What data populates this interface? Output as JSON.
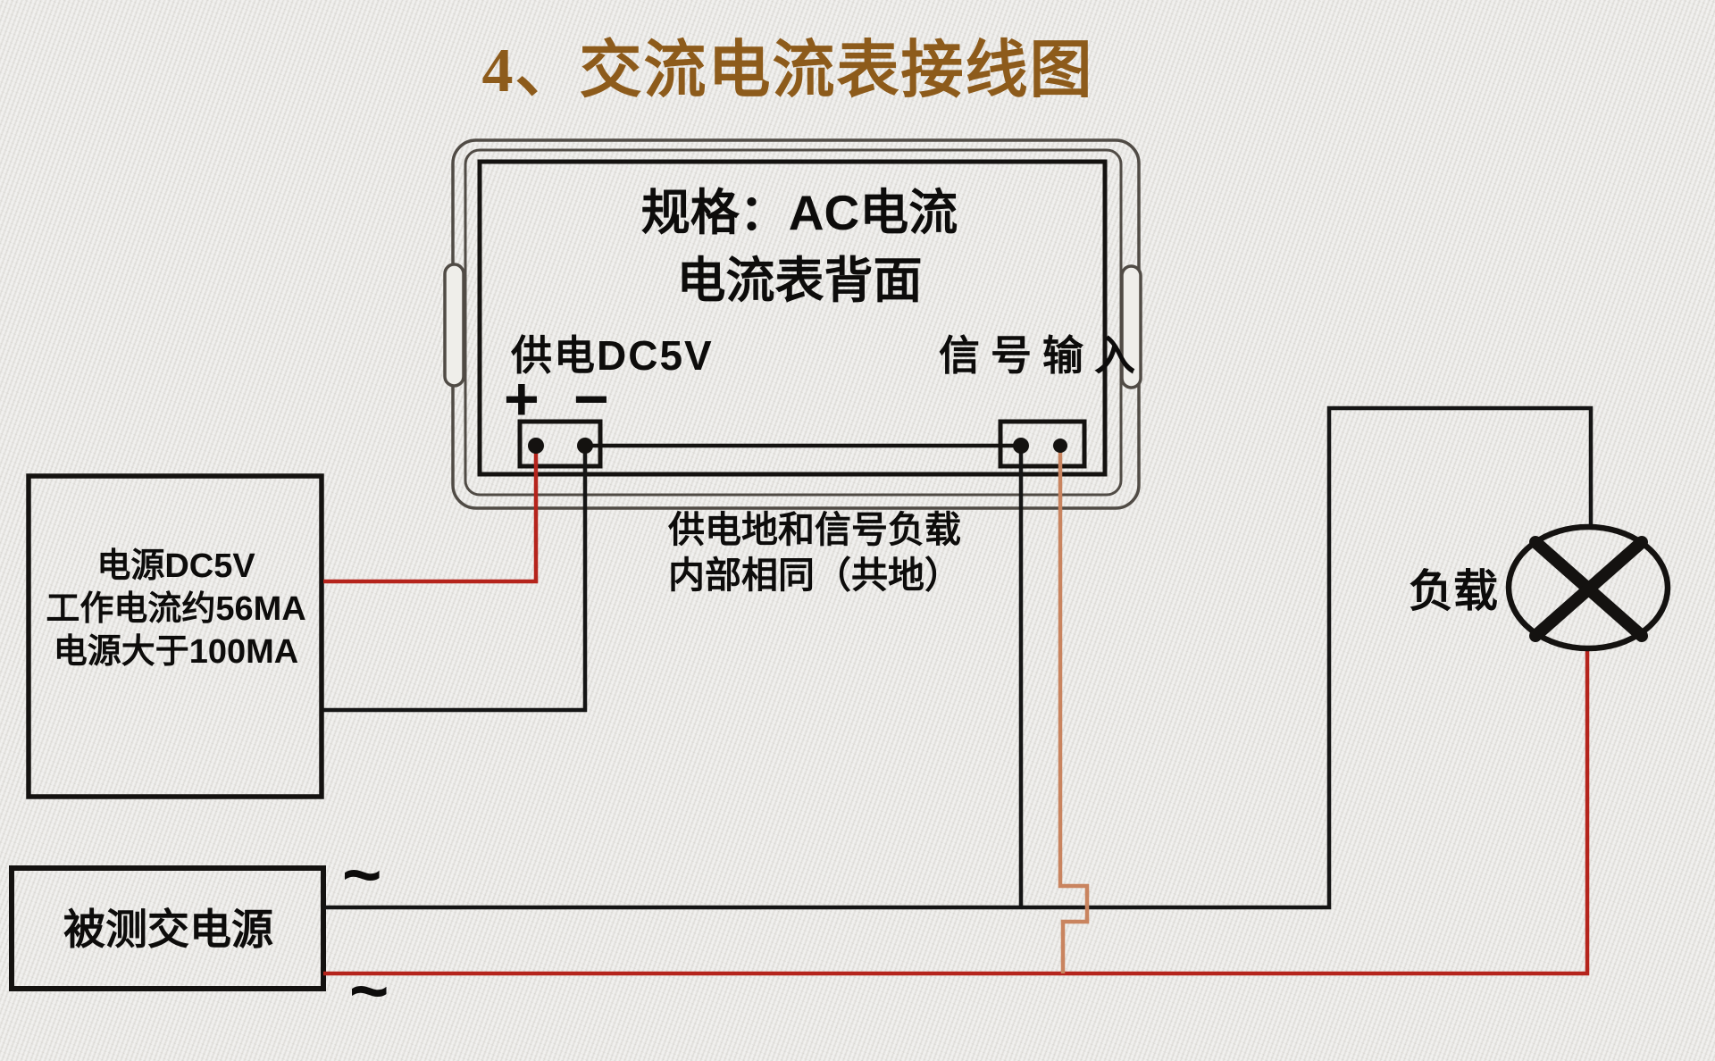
{
  "title": {
    "text": "4、交流电流表接线图",
    "color": "#8d5b1b"
  },
  "colors": {
    "wire_red": "#b5241c",
    "wire_black": "#151515",
    "wire_signal_orange": "#c9845f",
    "panel_outline": "#504b45",
    "line_dark": "#141210",
    "background": "#edece9"
  },
  "meter_panel": {
    "spec_title": "规格：AC电流",
    "spec_subtitle": "电流表背面",
    "power_terminal_label": "供电DC5V",
    "plus_symbol": "+",
    "minus_symbol": "−",
    "signal_terminal_label": "信号输入"
  },
  "ground_note": {
    "line1": "供电地和信号负载",
    "line2": "内部相同（共地）"
  },
  "power_supply_box": {
    "line1": "电源DC5V",
    "line2": "工作电流约56MA",
    "line3": "电源大于100MA"
  },
  "ac_source_box": {
    "label": "被测交电源",
    "tilde_top": "~",
    "tilde_bottom": "~"
  },
  "load": {
    "label": "负载"
  }
}
